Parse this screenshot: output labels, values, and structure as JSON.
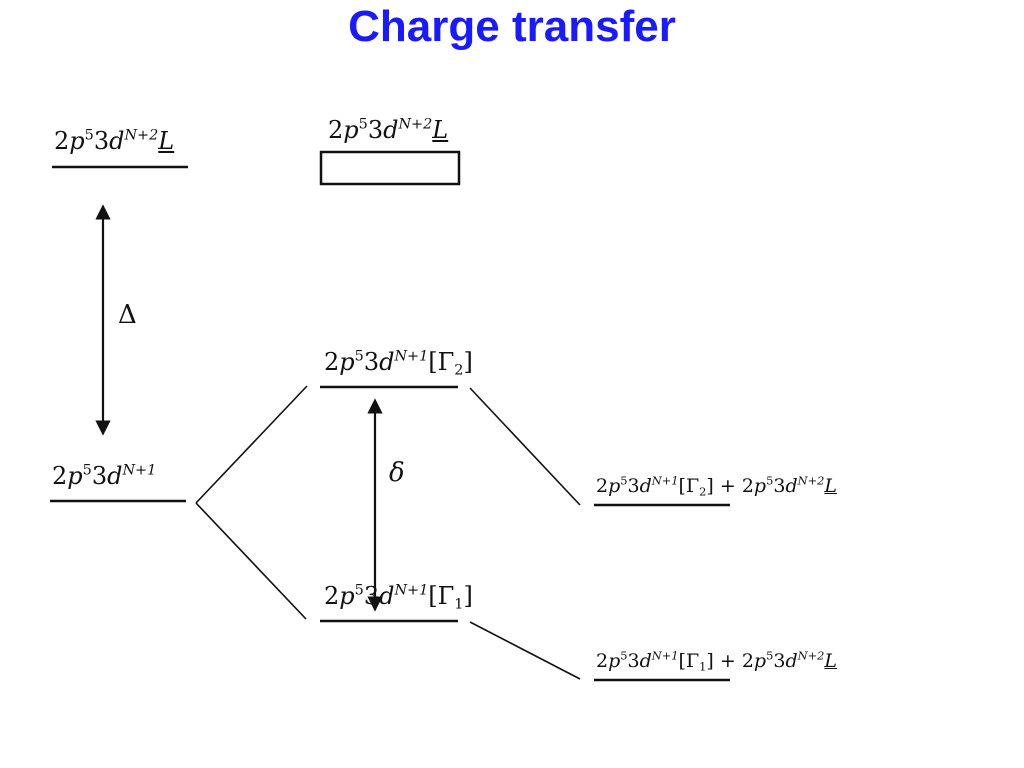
{
  "title": "Charge transfer",
  "colors": {
    "title": "#1a1aff",
    "ink": "#111111"
  },
  "diagram": {
    "symbols": {
      "delta_upper": "Δ",
      "delta_lower": "δ"
    },
    "levels": {
      "left_top": {
        "a": "2",
        "b": "p",
        "c": "5",
        "d": "3",
        "e": "d",
        "f": "N+2",
        "g": "L"
      },
      "left_bottom": {
        "a": "2",
        "b": "p",
        "c": "5",
        "d": "3",
        "e": "d",
        "f": "N+1"
      },
      "mid_top": {
        "a": "2",
        "b": "p",
        "c": "5",
        "d": "3",
        "e": "d",
        "f": "N+2",
        "g": "L"
      },
      "mid_gamma2": {
        "a": "2",
        "b": "p",
        "c": "5",
        "d": "3",
        "e": "d",
        "f": "N+1",
        "open": "[Γ",
        "sub": "2",
        "close": "]"
      },
      "mid_gamma1": {
        "a": "2",
        "b": "p",
        "c": "5",
        "d": "3",
        "e": "d",
        "f": "N+1",
        "open": "[Γ",
        "sub": "1",
        "close": "]"
      },
      "right_gamma2": {
        "a": "2",
        "b": "p",
        "c": "5",
        "d": "3",
        "e": "d",
        "f": "N+1",
        "open": "[Γ",
        "sub": "2",
        "close": "]",
        "plus": " + ",
        "a2": "2",
        "b2": "p",
        "c2": "5",
        "d2": "3",
        "e2": "d",
        "f2": "N+2",
        "g2": "L"
      },
      "right_gamma1": {
        "a": "2",
        "b": "p",
        "c": "5",
        "d": "3",
        "e": "d",
        "f": "N+1",
        "open": "[Γ",
        "sub": "1",
        "close": "]",
        "plus": " + ",
        "a2": "2",
        "b2": "p",
        "c2": "5",
        "d2": "3",
        "e2": "d",
        "f2": "N+2",
        "g2": "L"
      }
    }
  }
}
